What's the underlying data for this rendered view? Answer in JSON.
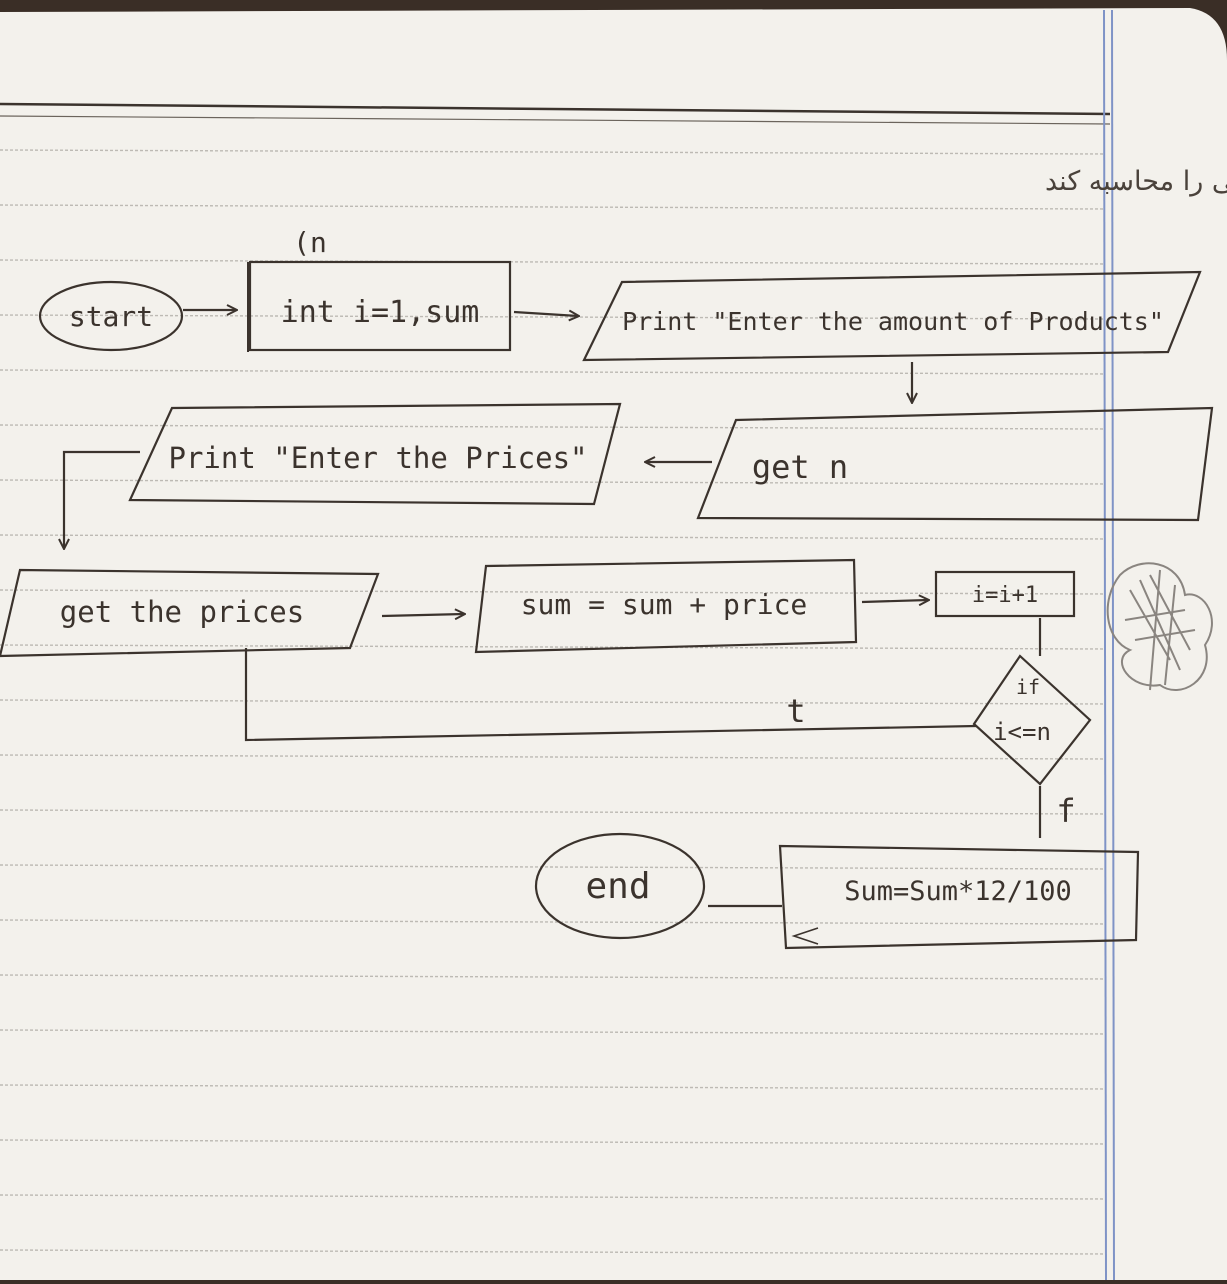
{
  "page": {
    "paper_color": "#f3f1ec",
    "rule_color": "#bdbab4",
    "margin_line_color": "#7f93c6",
    "ink_color": "#3b332d"
  },
  "header": {
    "instruction": "فلوچارت برنامه‌ای را رسم کنید که مبلغ مالیات فروشی را محاسبه کند"
  },
  "flowchart": {
    "start": "start",
    "init": "int i=1,sum",
    "init_note": "(n",
    "print_amount": "Print \"Enter the amount of Products\"",
    "get_n": "get n",
    "print_prices": "Print \"Enter the Prices\"",
    "get_prices": "get the prices",
    "sum_update": "sum = sum + price",
    "increment": "i=i+1",
    "decision_if": "if",
    "decision_cond": "i<=n",
    "true_label": "t",
    "false_label": "f",
    "sum_tax": "Sum=Sum*12/100",
    "end": "end"
  }
}
